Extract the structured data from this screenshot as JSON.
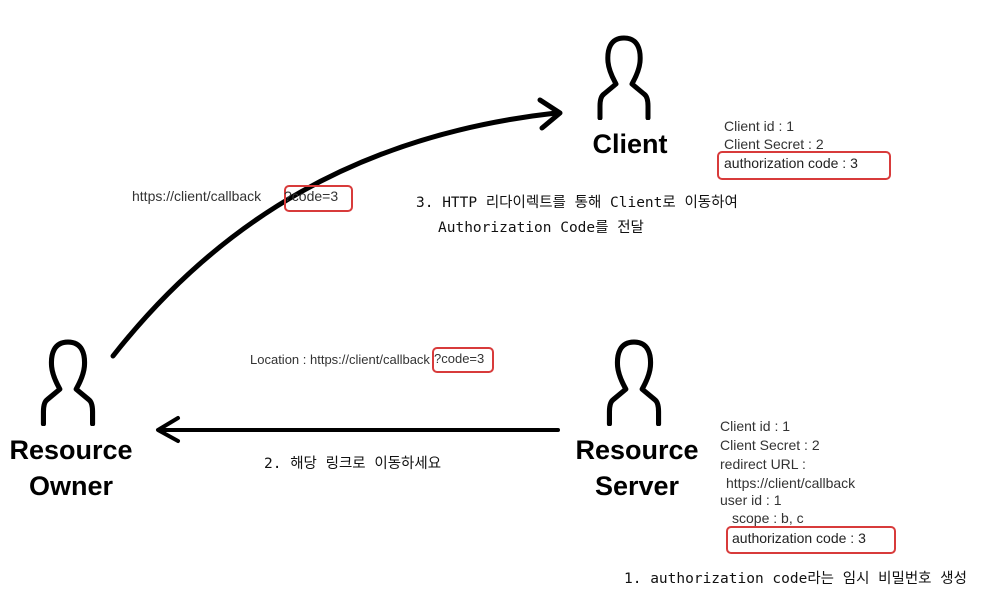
{
  "actors": {
    "client": {
      "label": "Client"
    },
    "owner": {
      "label_line1": "Resource",
      "label_line2": "Owner"
    },
    "server": {
      "label_line1": "Resource",
      "label_line2": "Server"
    }
  },
  "client_info": {
    "client_id": "Client id : 1",
    "client_secret": "Client Secret : 2",
    "auth_code": "authorization code : 3"
  },
  "server_info": {
    "client_id": "Client id : 1",
    "client_secret": "Client Secret : 2",
    "redirect_url_label": "redirect URL :",
    "redirect_url_value": "https://client/callback",
    "user_id": "user id : 1",
    "scope": "scope : b, c",
    "auth_code": "authorization code : 3"
  },
  "top_url": {
    "base": "https://client/callback",
    "query": "?code=3"
  },
  "location_url": {
    "base": "Location : https://client/callback",
    "query": "?code=3"
  },
  "steps": {
    "step1": "1. authorization code라는 임시 비밀번호 생성",
    "step2": "2. 해당 링크로 이동하세요",
    "step3_line1": "3. HTTP 리다이렉트를 통해 Client로 이동하여",
    "step3_line2": "Authorization Code를 전달"
  },
  "colors": {
    "highlight": "#d83b3b",
    "ink": "#000000"
  }
}
